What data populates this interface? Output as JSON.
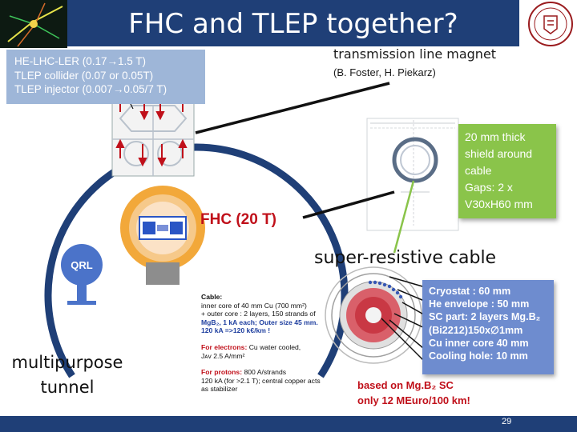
{
  "slide": {
    "title": "FHC and TLEP together?",
    "energy_notes": [
      "HE-LHC-LER (0.17→1.5 T)",
      "TLEP collider (0.07 or 0.05T)",
      "TLEP injector (0.007→0.05/7 T)"
    ],
    "magnet_title": "transmission line magnet",
    "magnet_credit": "(B. Foster, H. Piekarz)",
    "shield_lines": [
      "20 mm thick",
      "shield around",
      "cable",
      "Gaps: 2 x",
      "V30xH60 mm"
    ],
    "fhc_label": "FHC (20 T)",
    "qrl_label": "QRL",
    "super_label": "super-resistive cable",
    "cable_text": {
      "heading": "Cable:",
      "line1": "inner core of 40 mm Cu (700 mm²)",
      "line2": "+ outer core : 2 layers, 150 strands of",
      "line3": "MgB₂, 1 kA each; Outer size 45 mm.",
      "line4": "120 kA =>120 k€/km !",
      "electrons_heading": "For electrons:",
      "electrons_text": "Cu water cooled,",
      "electrons_line2": "Jᴀᴠ 2.5 A/mm²",
      "protons_heading": "For protons:",
      "protons_text": "800 A/strands",
      "protons_line2": "120 kA (for >2.1 T); central copper acts",
      "protons_line3": "as stabilizer"
    },
    "cable_specs": [
      "Cryostat : 60 mm",
      "He envelope : 50 mm",
      "SC part: 2 layers Mg.B₂",
      "(Bi2212)150x∅1mm",
      "Cu inner core 40 mm",
      "Cooling hole: 10 mm"
    ],
    "note_line1": "based on Mg.B₂ SC",
    "note_line2": "only 12 MEuro/100 km!",
    "tunnel_line1": "multipurpose",
    "tunnel_line2": "tunnel",
    "page_number": "29"
  },
  "colors": {
    "title_bar": "#1f3f77",
    "energy_box": "#9eb6d8",
    "shield_box": "#8ac44a",
    "cable_box": "#6e8ccf",
    "accent_red": "#c0101a"
  }
}
